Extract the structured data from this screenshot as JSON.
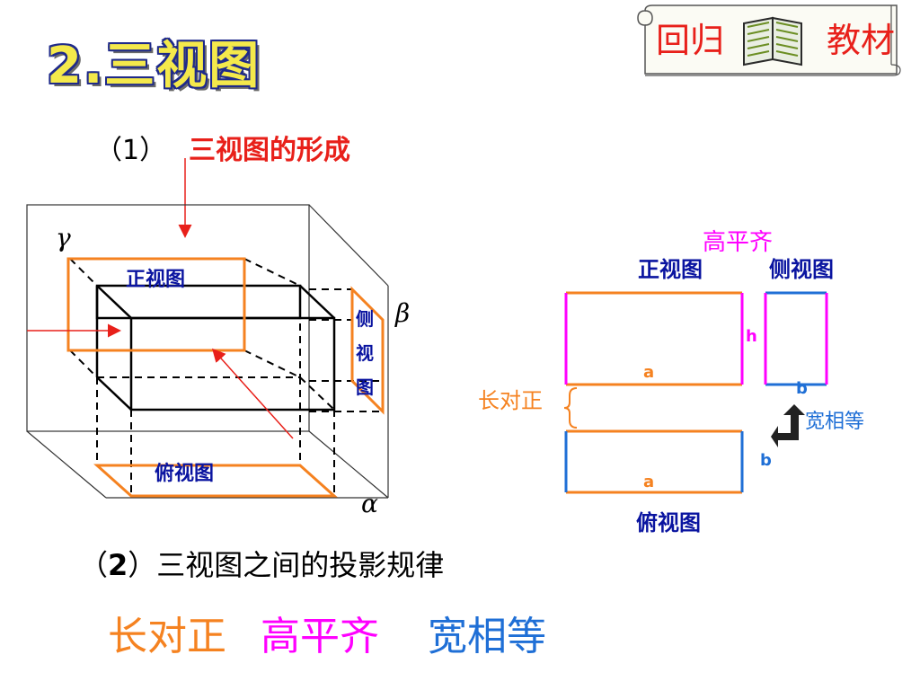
{
  "header": {
    "title": "2.三视图",
    "badge_left": "回归",
    "badge_right": "教材"
  },
  "section1": {
    "number": "（1）",
    "title": "三视图的形成"
  },
  "box_diagram": {
    "front_view": "正视图",
    "side_view": "侧视图",
    "top_view": "俯视图",
    "plane_gamma": "γ",
    "plane_beta": "β",
    "plane_alpha": "α"
  },
  "projection_diagram": {
    "front_view": "正视图",
    "side_view": "侧视图",
    "top_view": "俯视图",
    "height_equal": "高平齐",
    "length_align": "长对正",
    "width_equal": "宽相等",
    "dim_h": "h",
    "dim_a_top": "a",
    "dim_a_bottom": "a",
    "dim_b_side": "b",
    "dim_b_bottom": "b"
  },
  "section2": {
    "number_open": "（",
    "number": "2",
    "number_close": "）",
    "title": "三视图之间的投影规律",
    "rule_length": "长对正",
    "rule_height": "高平齐",
    "rule_width": "宽相等"
  },
  "colors": {
    "orange": "#f58220",
    "magenta": "#ff00ff",
    "blue": "#1f6fd6",
    "red": "#e8201a",
    "navy": "#0a14a0"
  }
}
